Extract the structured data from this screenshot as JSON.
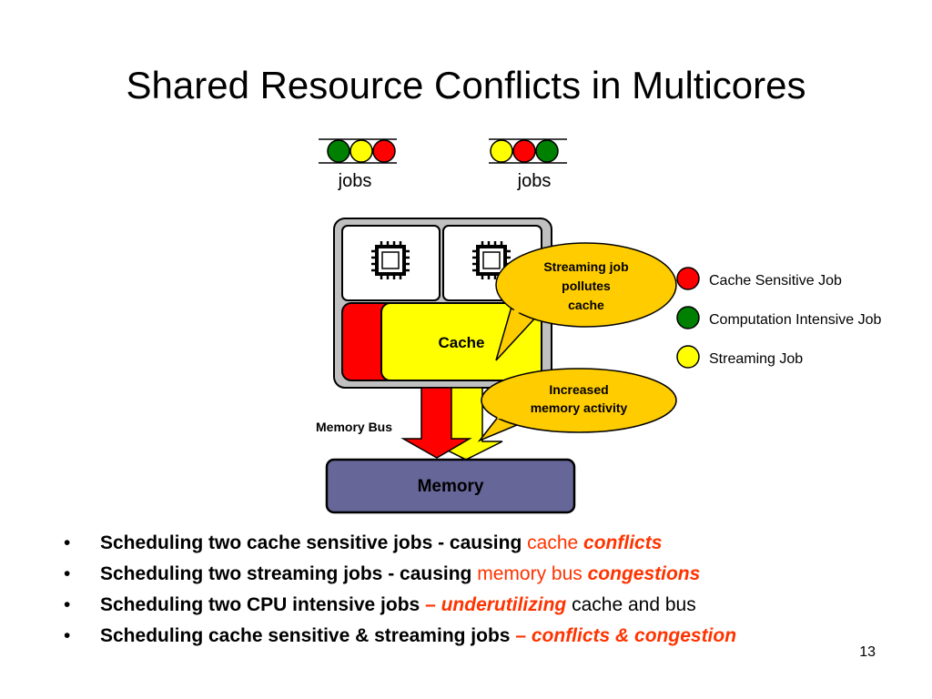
{
  "title": "Shared Resource Conflicts in Multicores",
  "queues": [
    {
      "label": "jobs",
      "jobs": [
        "green",
        "yellow",
        "red"
      ]
    },
    {
      "label": "jobs",
      "jobs": [
        "yellow",
        "red",
        "green"
      ]
    }
  ],
  "chip": {
    "cache_label": "Cache",
    "memory_bus_label": "Memory Bus",
    "memory_label": "Memory"
  },
  "callouts": {
    "pollutes": [
      "Streaming job",
      "pollutes",
      "cache"
    ],
    "memory_activity": [
      "Increased",
      "memory activity"
    ]
  },
  "legend": [
    {
      "label": "Cache Sensitive Job",
      "color": "#ff0000"
    },
    {
      "label": "Computation Intensive Job",
      "color": "#008000"
    },
    {
      "label": "Streaming Job",
      "color": "#ffff00"
    }
  ],
  "colors": {
    "red": "#ff0000",
    "green": "#008000",
    "yellow": "#ffff00",
    "callout": "#ffcc00",
    "memory": "#666699",
    "accent_text": "#ff3300",
    "chip_frame": "#c0c0c0"
  },
  "bullets": [
    {
      "bold": "Scheduling two cache sensitive jobs - causing",
      "normal": "cache",
      "accent": "conflicts"
    },
    {
      "bold": "Scheduling two streaming jobs - causing",
      "normal": "memory bus",
      "accent": "congestions"
    },
    {
      "bold": "Scheduling two CPU intensive jobs",
      "dash": "–",
      "accent": "underutilizing",
      "normal": "cache and bus"
    },
    {
      "bold": "Scheduling cache sensitive & streaming jobs",
      "dash": "–",
      "accent": "conflicts & congestion"
    }
  ],
  "bullet_symbol": "•",
  "page_number": "13"
}
